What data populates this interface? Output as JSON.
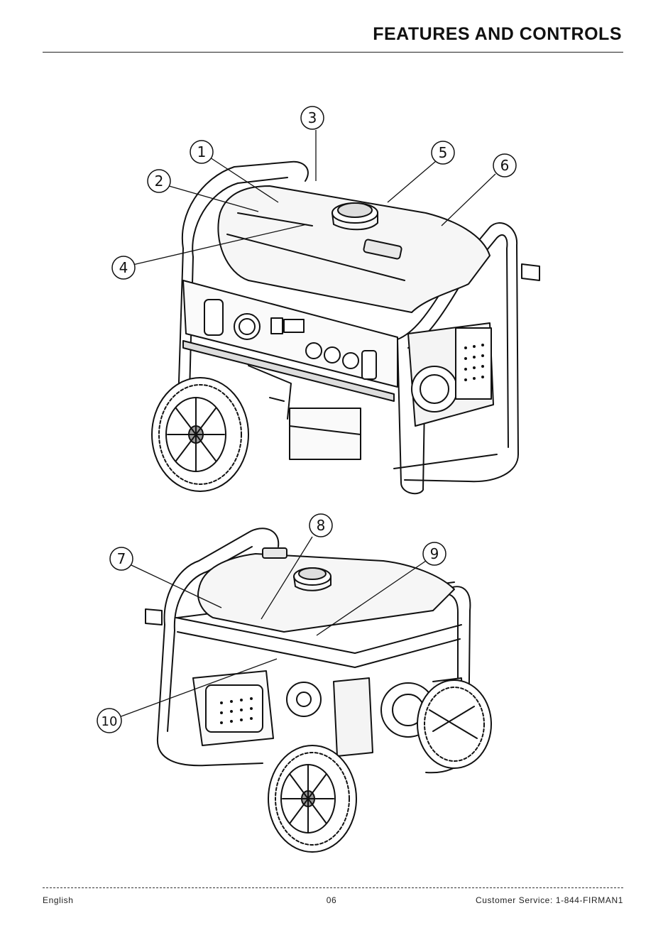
{
  "page": {
    "title": "FEATURES AND CONTROLS"
  },
  "figure_top": {
    "callouts": [
      "1",
      "2",
      "3",
      "4",
      "5",
      "6"
    ]
  },
  "figure_bottom": {
    "callouts": [
      "7",
      "8",
      "9",
      "10"
    ]
  },
  "footer": {
    "language": "English",
    "page_number": "06",
    "customer_service": "Customer Service: 1-844-FIRMAN1"
  }
}
